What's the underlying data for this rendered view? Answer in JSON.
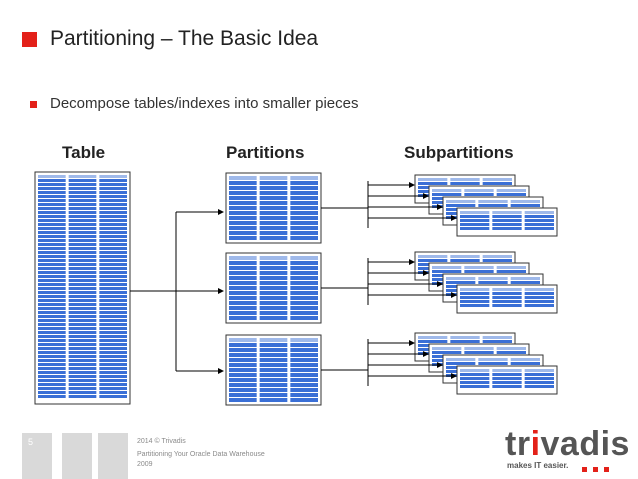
{
  "slide": {
    "title": "Partitioning – The Basic Idea",
    "bullet": "Decompose tables/indexes into smaller pieces",
    "page_number": "5"
  },
  "diagram": {
    "labels": {
      "table": "Table",
      "partitions": "Partitions",
      "subpartitions": "Subpartitions"
    },
    "accent_color": "#3a6fd6",
    "partition_count": 3,
    "subpartitions_per_partition": 4
  },
  "footer": {
    "line1": "2014 © Trivadis",
    "line2": "Partitioning Your Oracle Data Warehouse",
    "line3": "2009"
  },
  "brand": {
    "logo_prefix": "tr",
    "logo_i": "i",
    "logo_suffix": "vadis",
    "tagline": "makes IT easier.",
    "color": "#e32119"
  }
}
